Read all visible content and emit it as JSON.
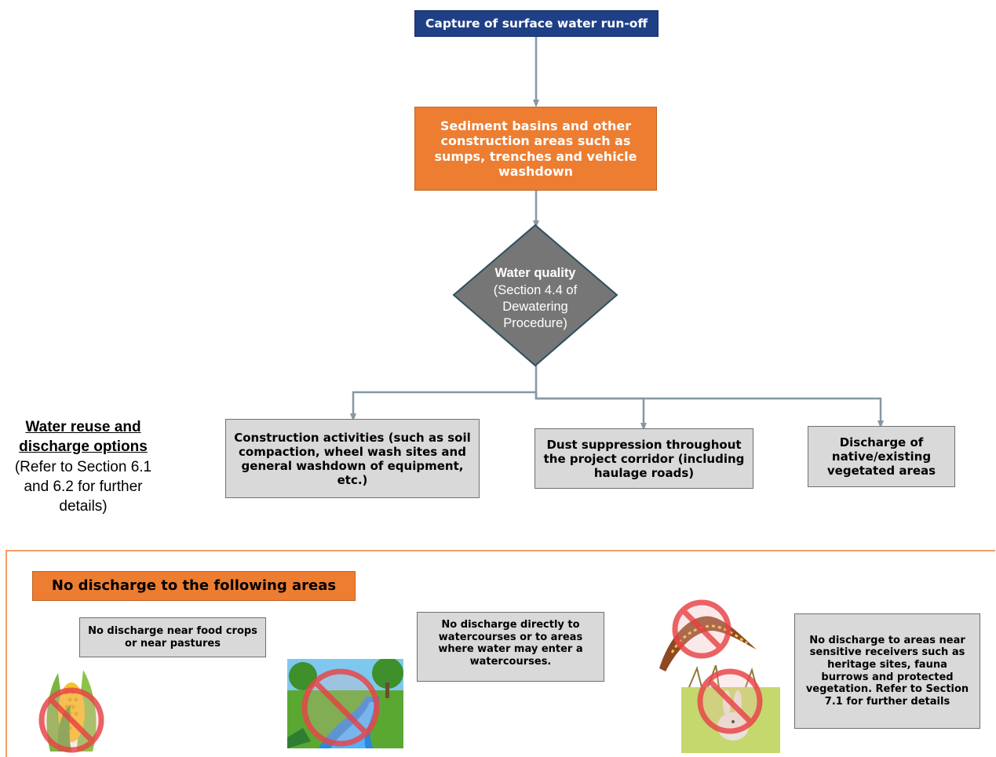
{
  "flow": {
    "capture": "Capture of surface water run-off",
    "sediment": "Sediment basins and other construction areas such as sumps, trenches and vehicle washdown",
    "decision": {
      "title": "Water quality",
      "detail": "(Section 4.4 of Dewatering Procedure)"
    }
  },
  "reuse": {
    "heading_line1": "Water reuse and",
    "heading_line2": "discharge options",
    "note": "(Refer to Section 6.1 and 6.2 for further details)",
    "options": [
      "Construction activities (such as soil compaction, wheel wash sites and general washdown of equipment, etc.)",
      "Dust suppression throughout the project corridor (including haulage roads)",
      "Discharge of native/existing vegetated areas"
    ]
  },
  "no_discharge": {
    "title": "No discharge to the following areas",
    "items": [
      "No discharge near food crops or near pastures",
      "No discharge directly to watercourses or to areas where water may enter a watercourses.",
      "No discharge to areas near sensitive receivers such as heritage sites, fauna burrows and protected vegetation. Refer to Section 7.1 for further details"
    ]
  },
  "colors": {
    "navy": "#1f3f86",
    "orange": "#ed7d31",
    "diamond": "#767676",
    "connector": "#8497a5",
    "grey_box": "#d9d9d9",
    "prohibited_red": "#e8474a"
  },
  "icons": [
    "corn-icon",
    "river-landscape-icon",
    "boomerang-icon",
    "rabbit-icon",
    "prohibited-icon"
  ]
}
